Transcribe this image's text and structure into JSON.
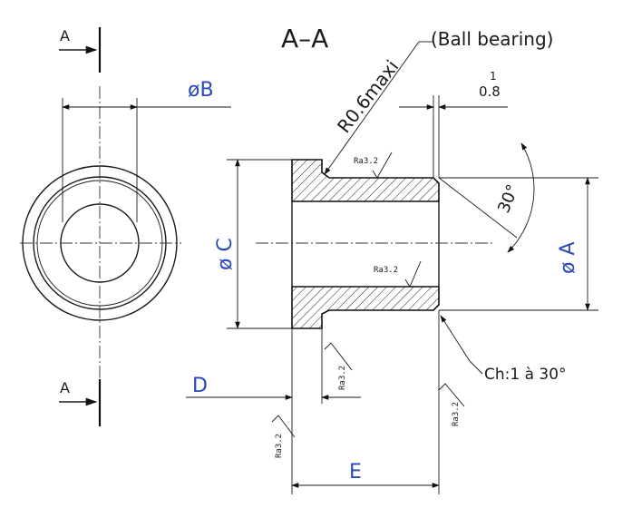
{
  "drawing": {
    "section_label": "A–A",
    "section_marker": "A",
    "note_ball_bearing": "(Ball bearing)",
    "radius_note": "R0.6maxi",
    "tolerance_top": "1",
    "tolerance_value": "0.8",
    "angle": "30°",
    "chamfer_note": "Ch:1 à 30°",
    "roughness": "Ra3.2",
    "dims": {
      "b": "øB",
      "c": "ø C",
      "a": "ø A",
      "d": "D",
      "e": "E"
    }
  },
  "colors": {
    "ink": "#1a1a1a",
    "dimension_blue": "#2a49b8"
  }
}
